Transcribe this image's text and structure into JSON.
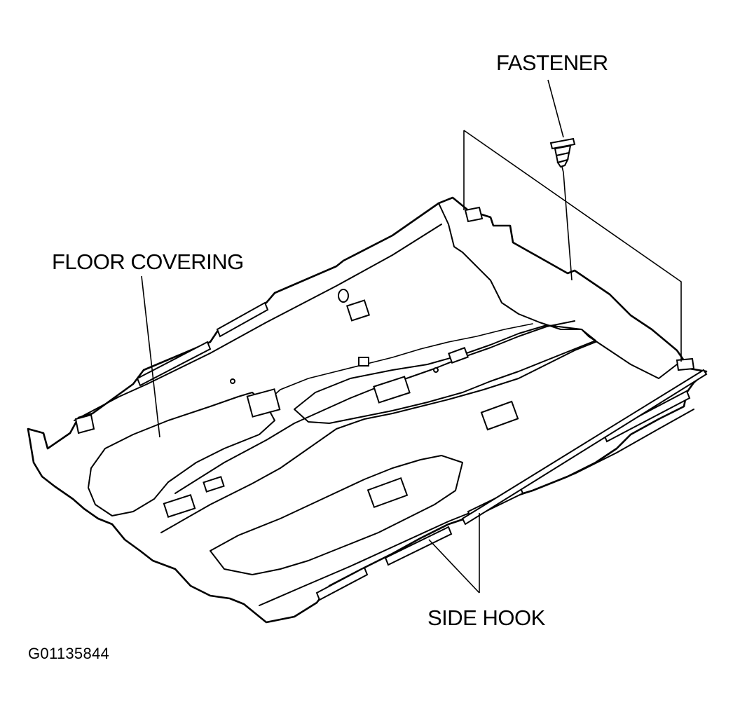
{
  "diagram": {
    "labels": {
      "fastener": "FASTENER",
      "floor_covering": "FLOOR COVERING",
      "side_hook": "SIDE HOOK"
    },
    "figure_id": "G01135844"
  }
}
